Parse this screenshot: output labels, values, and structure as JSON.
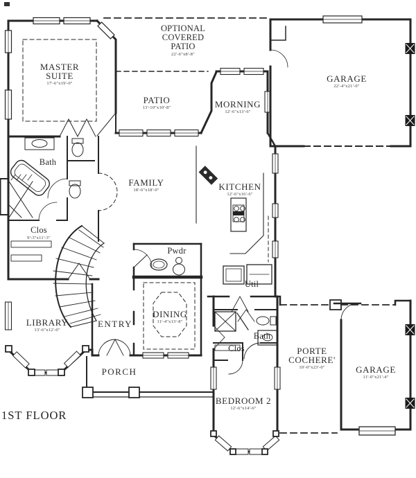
{
  "title": "1ST FLOOR",
  "colors": {
    "ink": "#262626",
    "paper": "#ffffff"
  },
  "icons": [
    "bathtub-icon",
    "shower-icon",
    "toilet-icon",
    "sink-icon",
    "vanity-icon",
    "stairs-icon",
    "kitchen-island-icon",
    "cooktop-icon",
    "fridge-icon",
    "washer-dryer-icon",
    "door-arc-icon",
    "window-icon",
    "column-icon",
    "garage-door-icon"
  ],
  "rooms": {
    "optional_covered_patio": {
      "label": "OPTIONAL\nCOVERED\nPATIO",
      "dims": "22'-6\"x8'-8\""
    },
    "master_suite": {
      "label": "MASTER\nSUITE",
      "dims": "17'-6\"x19'-0\""
    },
    "patio": {
      "label": "PATIO",
      "dims": "13'-10\"x10'-8\""
    },
    "morning": {
      "label": "MORNING",
      "dims": "12'-6\"x13'-6\""
    },
    "garage_front": {
      "label": "GARAGE",
      "dims": "22'-4\"x21'-0\""
    },
    "family": {
      "label": "FAMILY",
      "dims": "18'-6\"x18'-0\""
    },
    "kitchen": {
      "label": "KITCHEN",
      "dims": "12'-6\"x16'-6\""
    },
    "master_bath": {
      "label": "Bath"
    },
    "master_closet": {
      "label": "Clos",
      "dims": "9'-3\"x11'-3\""
    },
    "powder": {
      "label": "Pwdr"
    },
    "utility": {
      "label": "Util"
    },
    "library": {
      "label": "LIBRARY",
      "dims": "13'-6\"x12'-0\""
    },
    "entry": {
      "label": "ENTRY"
    },
    "dining": {
      "label": "DINING",
      "dims": "11'-4\"x13'-8\""
    },
    "porch": {
      "label": "PORCH"
    },
    "bath2": {
      "label": "Bath"
    },
    "closet2": {
      "label": "Clos"
    },
    "bedroom2": {
      "label": "BEDROOM 2",
      "dims": "12'-6\"x14'-6\""
    },
    "porte_cochere": {
      "label": "PORTE\nCOCHERE'",
      "dims": "10'-0\"x23'-0\""
    },
    "garage_rear": {
      "label": "GARAGE",
      "dims": "11'-0\"x21'-4\""
    }
  }
}
